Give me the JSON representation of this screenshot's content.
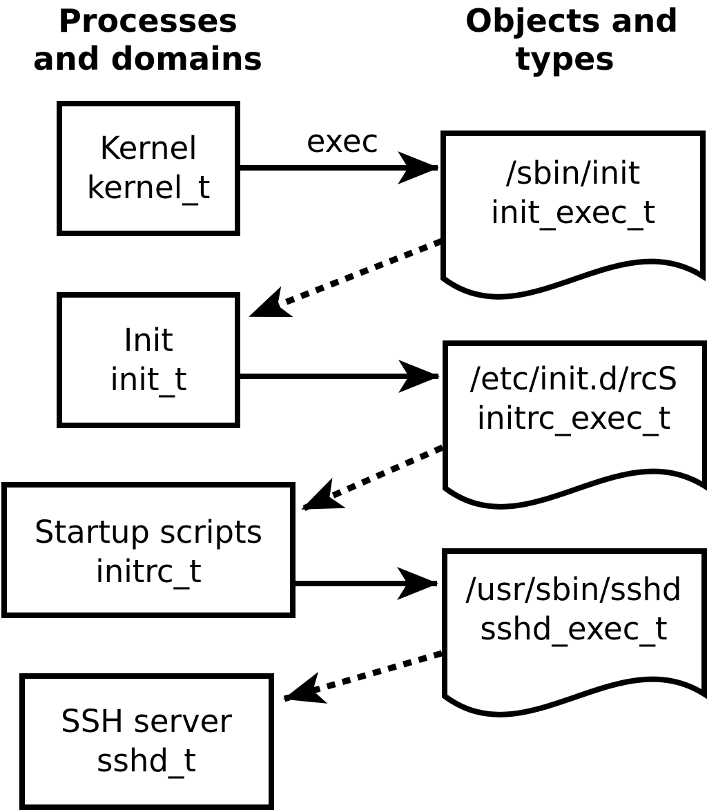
{
  "diagram": {
    "ink_color": "#000000",
    "background_color": "#ffffff"
  },
  "headers": {
    "left": {
      "line1": "Processes",
      "line2": "and domains"
    },
    "right": {
      "line1": "Objects and",
      "line2": "types"
    }
  },
  "arrow_labels": {
    "exec": "exec"
  },
  "processes": [
    {
      "label": "Kernel",
      "type": "kernel_t"
    },
    {
      "label": "Init",
      "type": "init_t"
    },
    {
      "label": "Startup scripts",
      "type": "initrc_t"
    },
    {
      "label": "SSH server",
      "type": "sshd_t"
    }
  ],
  "objects": [
    {
      "path": "/sbin/init",
      "type": "init_exec_t"
    },
    {
      "path": "/etc/init.d/rcS",
      "type": "initrc_exec_t"
    },
    {
      "path": "/usr/sbin/sshd",
      "type": "sshd_exec_t"
    }
  ]
}
